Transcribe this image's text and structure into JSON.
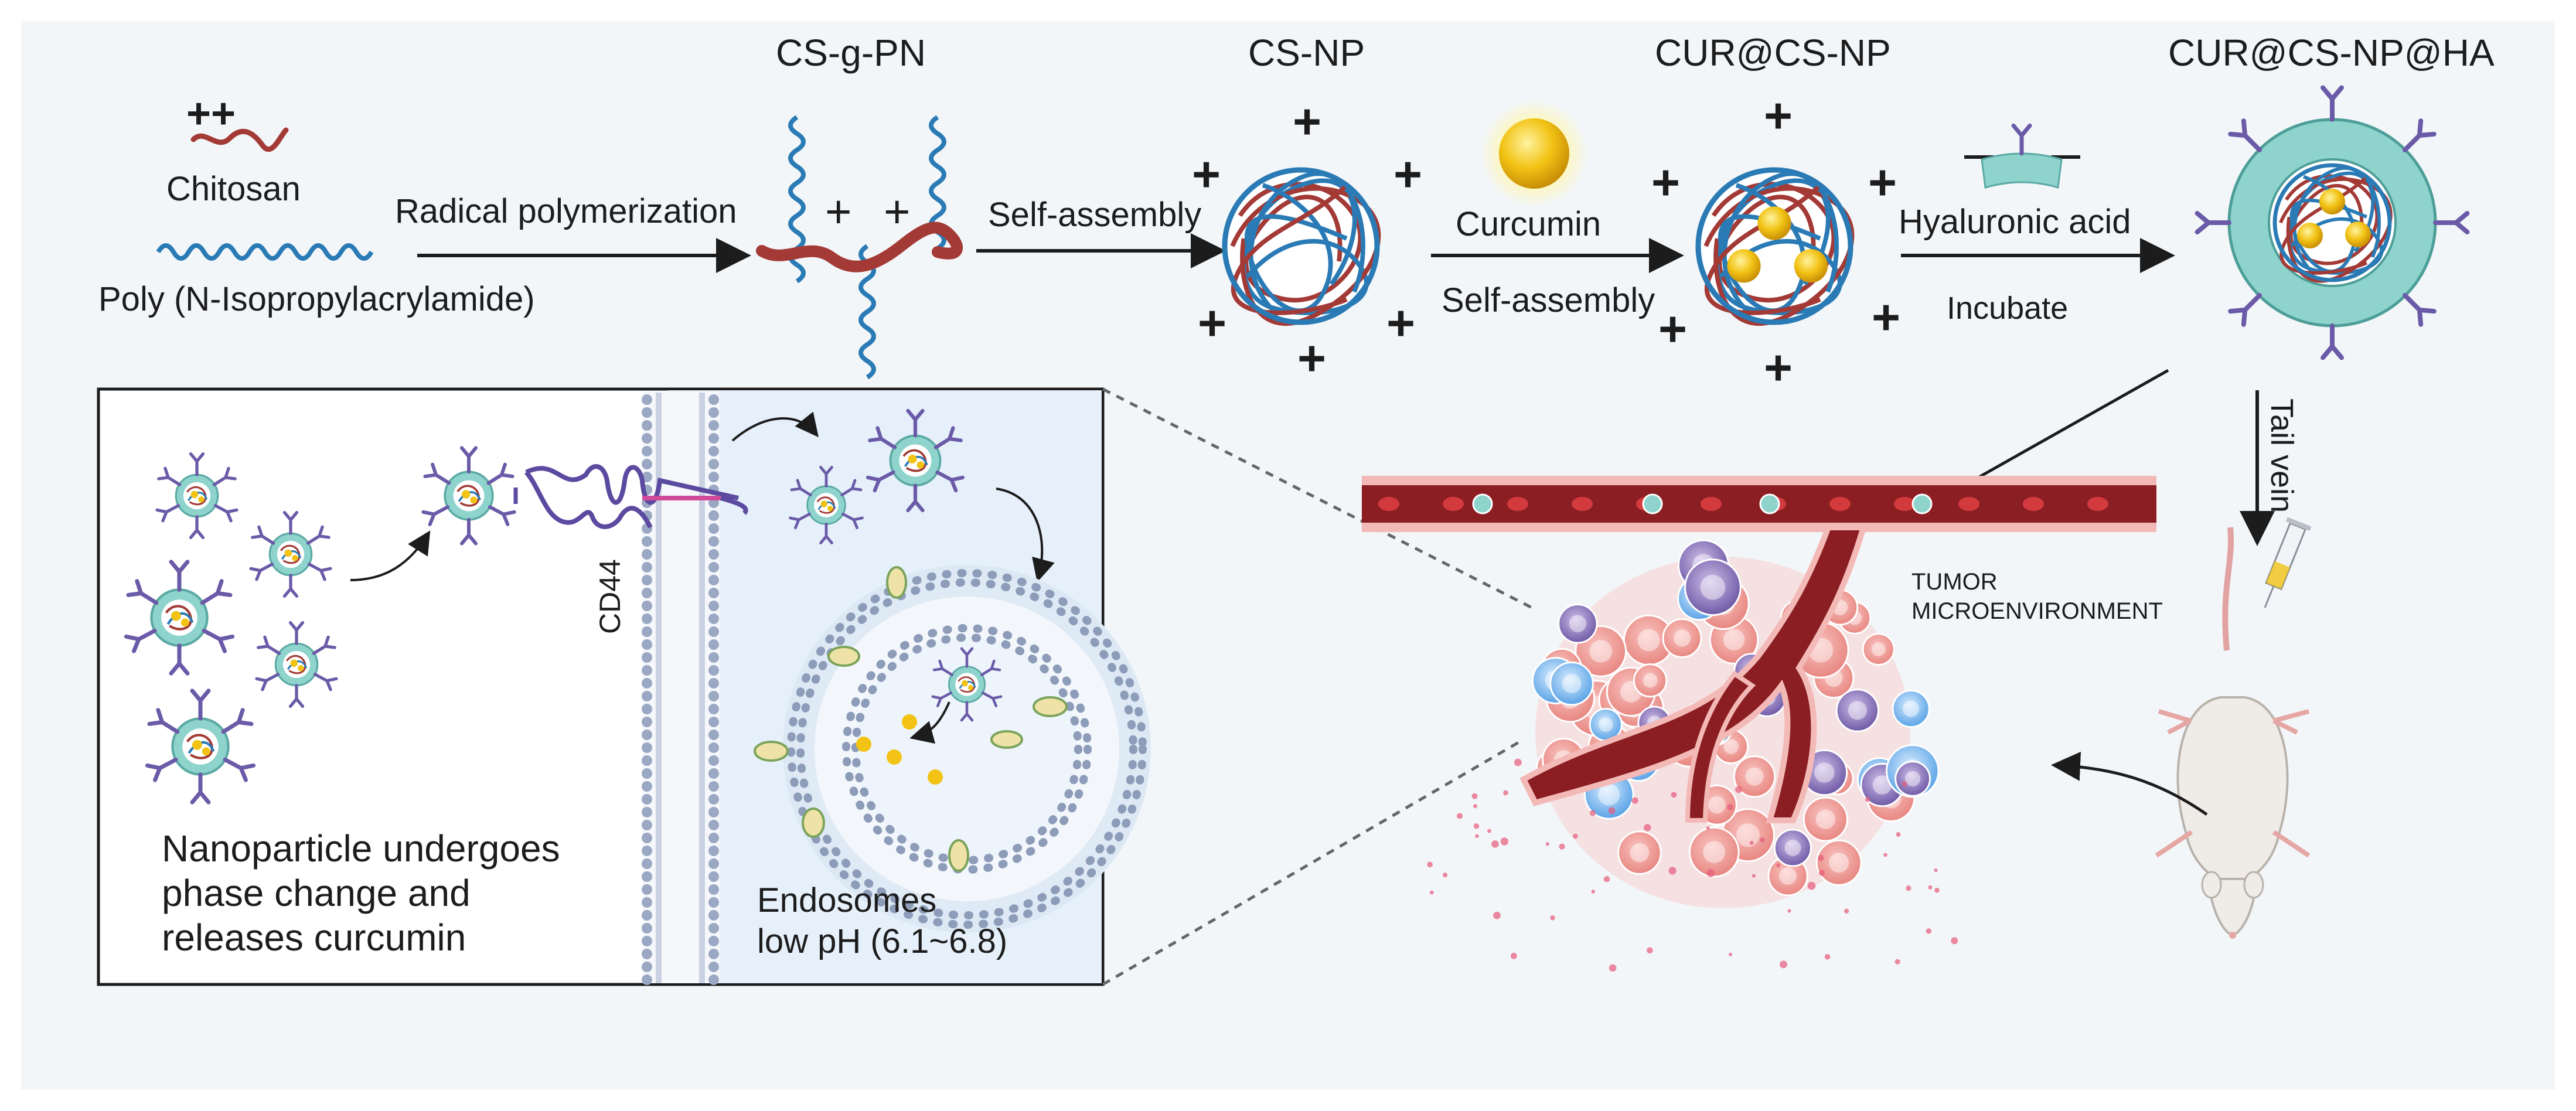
{
  "title_labels": {
    "cs_g_pn": "CS-g-PN",
    "cs_np": "CS-NP",
    "cur_cs_np": "CUR@CS-NP",
    "cur_cs_np_ha": "CUR@CS-NP@HA"
  },
  "materials": {
    "chitosan": "Chitosan",
    "pnipam": "Poly (N-Isopropylacrylamide)",
    "curcumin": "Curcumin",
    "hyaluronic_acid": "Hyaluronic acid"
  },
  "steps": {
    "radical_polymerization": "Radical polymerization",
    "self_assembly_1": "Self-assembly",
    "self_assembly_2": "Self-assembly",
    "incubate": "Incubate",
    "tail_vein": "Tail vein"
  },
  "charges": {
    "plus": "+",
    "plus_plus": "++"
  },
  "inset": {
    "receptor": "CD44",
    "caption_line1": "Nanoparticle undergoes",
    "caption_line2": "phase change and",
    "caption_line3": "releases curcumin",
    "endosome_line1": "Endosomes",
    "endosome_line2": "low pH (6.1~6.8)"
  },
  "tumor": {
    "line1": "TUMOR",
    "line2": "MICROENVIRONMENT"
  },
  "colors": {
    "background": "#f3f6f9",
    "chitosan_red": "#a33a36",
    "pnipam_blue": "#2a7bb5",
    "ha_shell": "#8fd3cd",
    "curcumin_yellow": "#f2c315",
    "vessel": "#8b1e22",
    "membrane": "#9aa8c4",
    "ha_ligand": "#6a5aa8"
  }
}
